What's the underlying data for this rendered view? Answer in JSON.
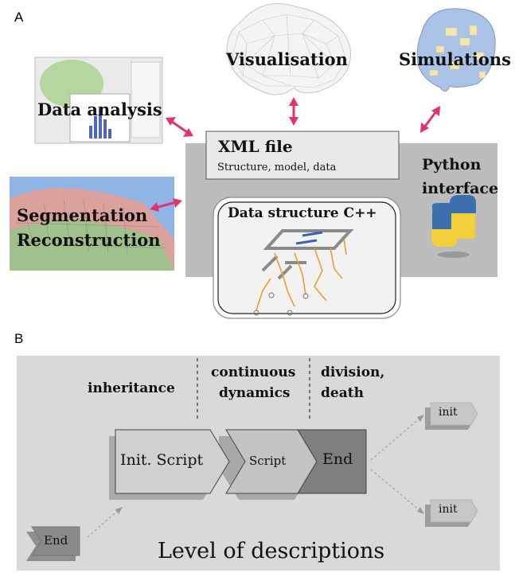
{
  "panel_a": {
    "label": "A",
    "visualisation": "Visualisation",
    "simulations": "Simulations",
    "data_analysis": "Data analysis",
    "xml_title": "XML file",
    "xml_subtitle": "Structure, model, data",
    "python_line1": "Python",
    "python_line2": "interface",
    "segmentation": "Segmentation",
    "reconstruction": "Reconstruction",
    "data_structure": "Data structure C++"
  },
  "panel_b": {
    "label": "B",
    "inheritance": "inheritance",
    "continuous_line1": "continuous",
    "continuous_line2": "dynamics",
    "division_line1": "division,",
    "division_line2": "death",
    "init_script": "Init. Script",
    "script": "Script",
    "end_main": "End",
    "end_small": "End",
    "init_top": "init",
    "init_bottom": "init",
    "footer": "Level of descriptions"
  },
  "colors": {
    "arrow_pink": "#e0336f",
    "gray_block": "#b9b9b9",
    "orange": "#f39a2e",
    "blue_arrows": "#3a5fb5"
  }
}
